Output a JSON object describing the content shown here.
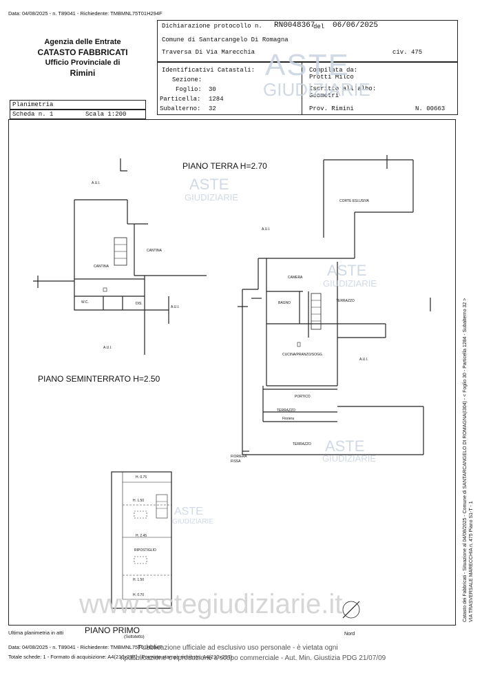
{
  "header": {
    "request_line": "Data: 04/08/2025 - n. T89041 - Richiedente: TMBMNL75T01H294F",
    "agency_line1": "Agenzia delle Entrate",
    "agency_line2": "CATASTO FABBRICATI",
    "agency_line3": "Ufficio Provinciale di",
    "agency_line4": "Rimini"
  },
  "protocol": {
    "label": "Dichiarazione protocollo n.",
    "number": "RN0048367",
    "del_label": "del",
    "date": "06/06/2025",
    "comune": "Comune di Santarcangelo Di Romagna",
    "via": "Traversa Di Via Marecchia",
    "civ": "civ. 475"
  },
  "identificativi": {
    "title": "Identificativi Catastali:",
    "sezione": "Sezione:",
    "foglio_label": "Foglio:",
    "foglio": "30",
    "particella_label": "Particella:",
    "particella": "1284",
    "subalterno_label": "Subalterno:",
    "subalterno": "32"
  },
  "compilata": {
    "label": "Compilata da:",
    "name": "Protti Milco",
    "iscritto": "Iscritto all'albo:",
    "albo": "Geometri",
    "prov": "Prov. Rimini",
    "num": "N. 00663"
  },
  "planimetria": {
    "title": "Planimetria",
    "scheda": "Scheda n. 1",
    "scala": "Scala 1:200"
  },
  "plan_labels": {
    "piano_terra": "PIANO TERRA H=2.70",
    "piano_seminterrato": "PIANO SEMINTERRATO H=2.50",
    "piano_primo": "PIANO PRIMO",
    "sottotetto": "(Sottotetto)",
    "aui": "A.U.I.",
    "corte": "CORTE ESLUSIVA",
    "cantina": "CANTINA",
    "wc": "W.C.",
    "dis": "DIS.",
    "camera": "CAMERA",
    "bagno": "BAGNO",
    "terrazzo": "TERRAZZO",
    "cucina": "CUCINA/PRANZO/SOGG.",
    "portico": "PORTICO",
    "fioriera": "Fioriera",
    "fioriera_fissa_1": "FIORIERA",
    "fioriera_fissa_2": "FISSA",
    "ripostiglio": "RIPOSTIGLIO",
    "h075": "H. 0.75",
    "h150": "H. 1.50",
    "h245": "H. 2.45",
    "h070": "H. 0.70",
    "nord": "Nord"
  },
  "watermark": {
    "aste": "ASTE",
    "giudiziarie": "GIUDIZIARIE",
    "url": "www.astegiudiziarie.it"
  },
  "side_text": {
    "line1": "Catasto dei Fabbricati - Situazione al 04/08/2025 - Comune di SANTARCANGELO DI ROMAGNA(I304) - < Foglio 30 - Particella 1284 - Subalterno 32 >",
    "line2": "VIA TRASVERSALE MARECCHIA n. 475 Piano S1-T - 1"
  },
  "footer": {
    "ultima": "Ultima planimetria in atti",
    "data": "Data: 04/08/2025 - n. T89041 - Richiedente: TMBMNL75T01H294F",
    "totale": "Totale schede: 1 - Formato di acquisizione: A4(210x297) - Formato stampa richiesto: A4(210x297)",
    "notice1": "Pubblicazione ufficiale ad esclusivo uso personale - è vietata ogni",
    "notice2": "ripubblicazione o riproduzione a scopo commerciale - Aut. Min. Giustizia PDG 21/07/09"
  }
}
